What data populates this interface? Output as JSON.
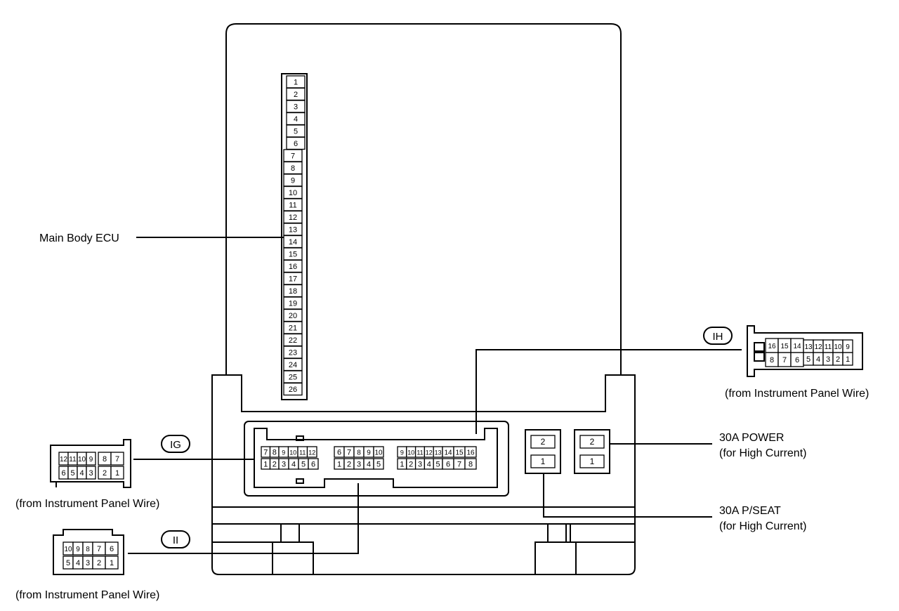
{
  "labels": {
    "main_body_ecu": "Main Body ECU",
    "ih_from": "(from Instrument Panel Wire)",
    "ig_from": "(from Instrument Panel Wire)",
    "ii_from": "(from Instrument Panel Wire)",
    "power_line1": "30A POWER",
    "power_line2": "(for High Current)",
    "pseat_line1": "30A P/SEAT",
    "pseat_line2": "(for High Current)"
  },
  "tags": {
    "ig": "IG",
    "ih": "IH",
    "ii": "II"
  },
  "ecu_pins": [
    "1",
    "2",
    "3",
    "4",
    "5",
    "6",
    "7",
    "8",
    "9",
    "10",
    "11",
    "12",
    "13",
    "14",
    "15",
    "16",
    "17",
    "18",
    "19",
    "20",
    "21",
    "22",
    "23",
    "24",
    "25",
    "26"
  ],
  "relay_power": [
    "2",
    "1"
  ],
  "relay_pseat": [
    "2",
    "1"
  ],
  "jb_connector": {
    "g1_top": [
      "7",
      "8",
      "9",
      "10",
      "11",
      "12"
    ],
    "g1_bot": [
      "1",
      "2",
      "3",
      "4",
      "5",
      "6"
    ],
    "g2_top": [
      "6",
      "7",
      "8",
      "9",
      "10"
    ],
    "g2_bot": [
      "1",
      "2",
      "3",
      "4",
      "5"
    ],
    "g3_top_small": [
      "9",
      "10",
      "11",
      "12",
      "13"
    ],
    "g3_bot_small": [
      "1",
      "2",
      "3",
      "4",
      "5"
    ],
    "g3_top_big": [
      "14",
      "15",
      "16"
    ],
    "g3_bot_big": [
      "6",
      "7",
      "8"
    ]
  },
  "ig_connector": {
    "top": [
      "12",
      "11",
      "10",
      "9",
      "8",
      "7"
    ],
    "bot": [
      "6",
      "5",
      "4",
      "3",
      "2",
      "1"
    ]
  },
  "ih_connector": {
    "top_big": [
      "16",
      "15",
      "14"
    ],
    "bot_big": [
      "8",
      "7",
      "6"
    ],
    "top_small": [
      "13",
      "12",
      "11",
      "10",
      "9"
    ],
    "bot_small": [
      "5",
      "4",
      "3",
      "2",
      "1"
    ]
  },
  "ii_connector": {
    "top_small": [
      "10",
      "9",
      "8"
    ],
    "bot_small": [
      "5",
      "4",
      "3"
    ],
    "top_big": [
      "7",
      "6"
    ],
    "bot_big": [
      "2",
      "1"
    ]
  }
}
